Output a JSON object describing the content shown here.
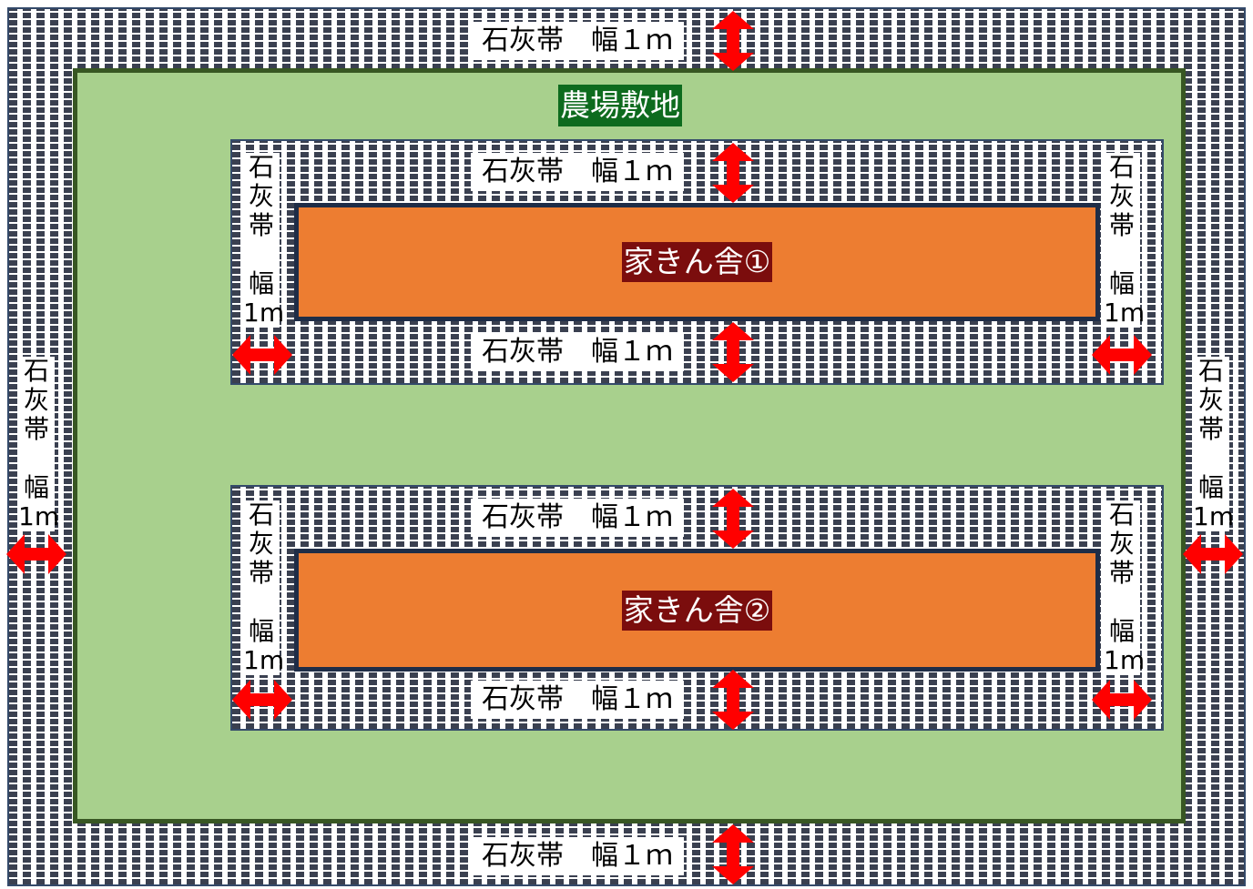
{
  "farm": {
    "label": "農場敷地"
  },
  "houses": [
    {
      "label": "家きん舎①"
    },
    {
      "label": "家きん舎②"
    }
  ],
  "lime_band": {
    "horizontal_label": "石灰帯　幅１ｍ",
    "vertical_label": "石\n灰\n帯\n\n幅\n1m"
  },
  "colors": {
    "farm_fill": "#a8d08d",
    "farm_border": "#385723",
    "farm_label_bg": "#0e6b1e",
    "house_fill": "#ed7d31",
    "house_border": "#1f2d47",
    "house_label_bg": "#7b0d0d",
    "arrow": "#ff0000"
  },
  "icons": [
    "double-arrow-vertical-icon",
    "double-arrow-horizontal-icon"
  ]
}
